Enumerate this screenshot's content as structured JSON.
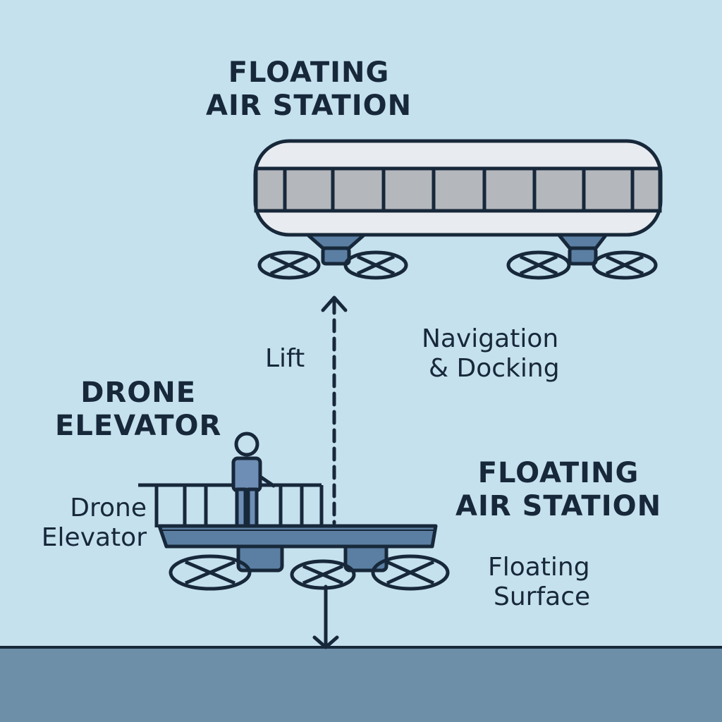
{
  "titles": {
    "top_station": [
      "FLOATING",
      "AIR STATION"
    ],
    "drone_elevator": [
      "DRONE",
      "ELEVATOR"
    ],
    "bottom_station": [
      "FLOATING",
      "AIR STATION"
    ]
  },
  "labels": {
    "lift": "Lift",
    "navigation": [
      "Navigation",
      "& Docking"
    ],
    "drone_elevator": [
      "Drone",
      "Elevator"
    ],
    "floating_surface": [
      "Floating",
      "Surface"
    ]
  },
  "colors": {
    "sky": "#c5e1ee",
    "ground": "#6d8fa8",
    "outline": "#17283a",
    "hull": "#e8ebef",
    "windows": "#b4b8bd",
    "elevator_blue": "#5b7fa3",
    "person_blue": "#6e8eb5"
  }
}
